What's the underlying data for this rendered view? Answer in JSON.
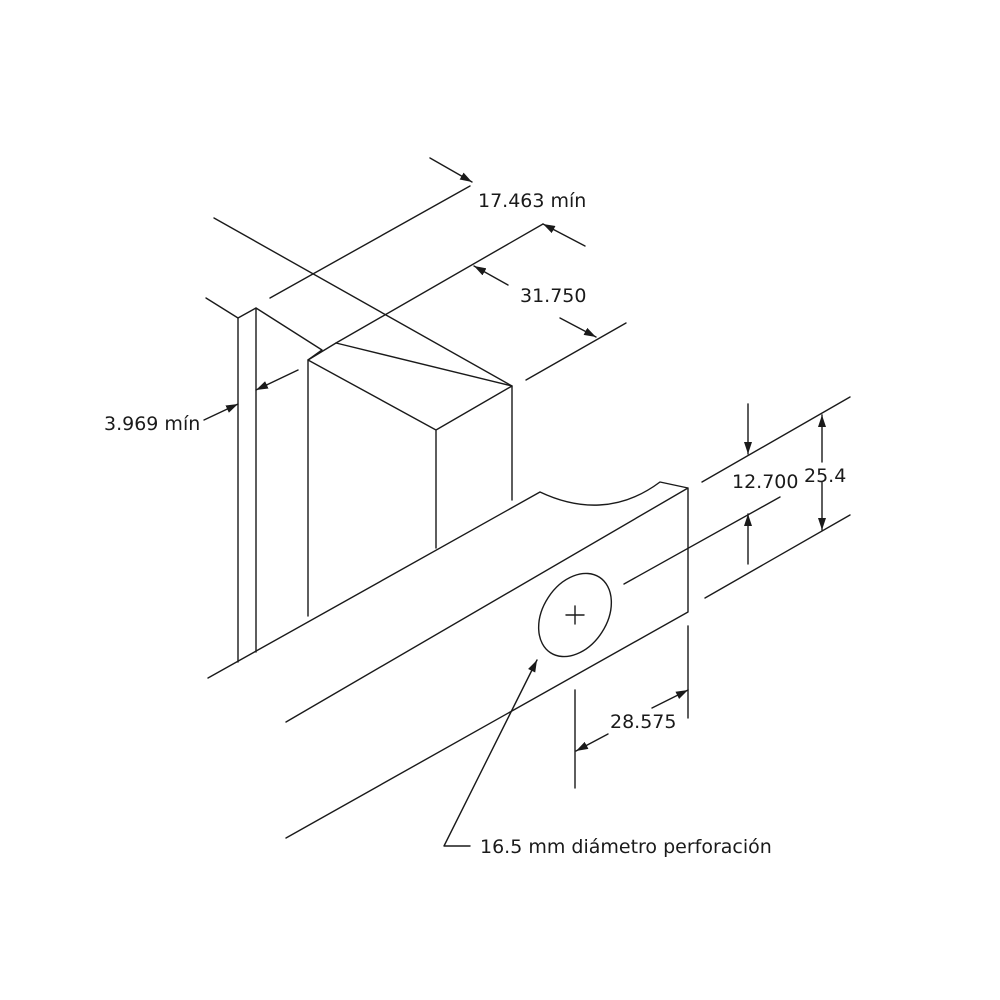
{
  "dimensions": {
    "width_min": "17.463 mín",
    "depth": "31.750",
    "thickness_min": "3.969 mín",
    "hole_offset_vertical": "12.700",
    "height": "25.4",
    "hole_offset_horizontal": "28.575"
  },
  "callout": {
    "hole_note": "16.5 mm diámetro perforación"
  }
}
